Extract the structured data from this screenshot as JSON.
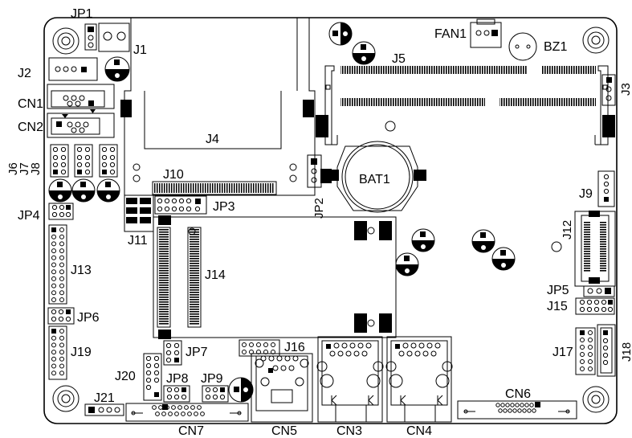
{
  "labels": {
    "JP1": "JP1",
    "J1": "J1",
    "J2": "J2",
    "CN1": "CN1",
    "CN2": "CN2",
    "J6": "J6",
    "J7": "J7",
    "J8": "J8",
    "JP4": "JP4",
    "J13": "J13",
    "JP6": "JP6",
    "J19": "J19",
    "J21": "J21",
    "CN7": "CN7",
    "J20": "J20",
    "JP7": "JP7",
    "JP8": "JP8",
    "JP9": "JP9",
    "J16": "J16",
    "CN5": "CN5",
    "CN3": "CN3",
    "CN4": "CN4",
    "CN6": "CN6",
    "J17": "J17",
    "J18": "J18",
    "JP5": "JP5",
    "J15": "J15",
    "J12": "J12",
    "J9": "J9",
    "J3": "J3",
    "FAN1": "FAN1",
    "BZ1": "BZ1",
    "J5": "J5",
    "J4": "J4",
    "J10": "J10",
    "JP2": "JP2",
    "BAT1": "BAT1",
    "JP3": "JP3",
    "J11": "J11",
    "J14": "J14"
  }
}
